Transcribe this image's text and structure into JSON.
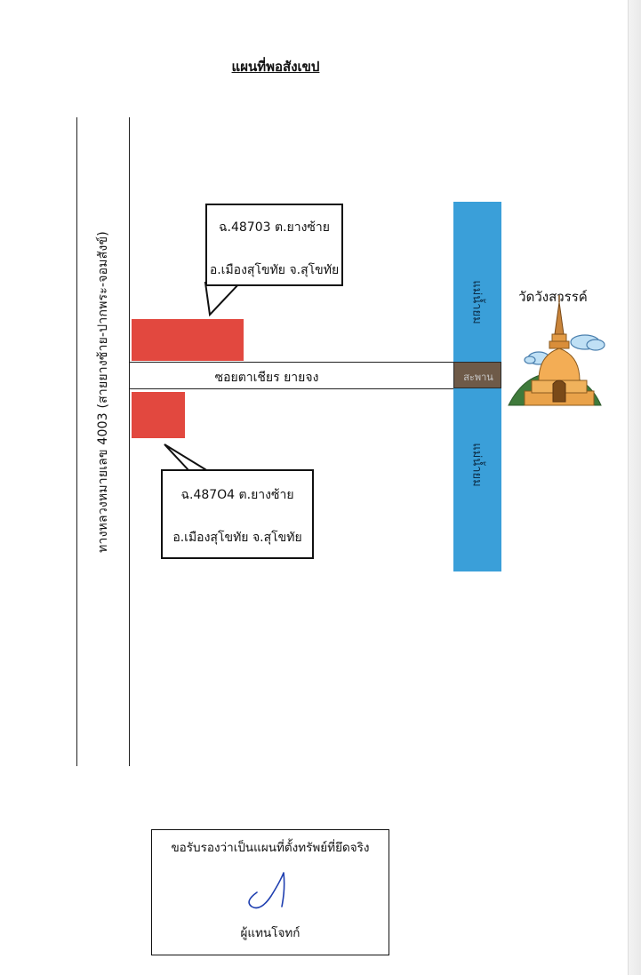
{
  "title": "แผนที่พอสังเขป",
  "roads": {
    "highway_label": "ทางหลวงหมายเลข 4003 (สายยางซ้าย-ปากพระ-จอมสังข์)",
    "soi_label": "ซอยตาเชียร ยายจง"
  },
  "river": {
    "upper_label": "แม่น้ำยม",
    "lower_label": "แม่น้ำยม",
    "bridge_label": "สะพาน",
    "color": "#3a9fd9"
  },
  "parcels": [
    {
      "line1": "ฉ.48703 ต.ยางซ้าย",
      "line2": "อ.เมืองสุโขทัย จ.สุโขทัย",
      "color": "#e2483f"
    },
    {
      "line1": "ฉ.487О4 ต.ยางซ้าย",
      "line2": "อ.เมืองสุโขทัย จ.สุโขทัย",
      "color": "#e2483f"
    }
  ],
  "landmark": {
    "label": "วัดวังสวรรค์",
    "icon": "stupa-temple-icon"
  },
  "certification": {
    "statement": "ขอรับรองว่าเป็นแผนที่ตั้งทรัพย์ที่ยึดจริง",
    "signer": "ผู้แทนโจทก์"
  }
}
